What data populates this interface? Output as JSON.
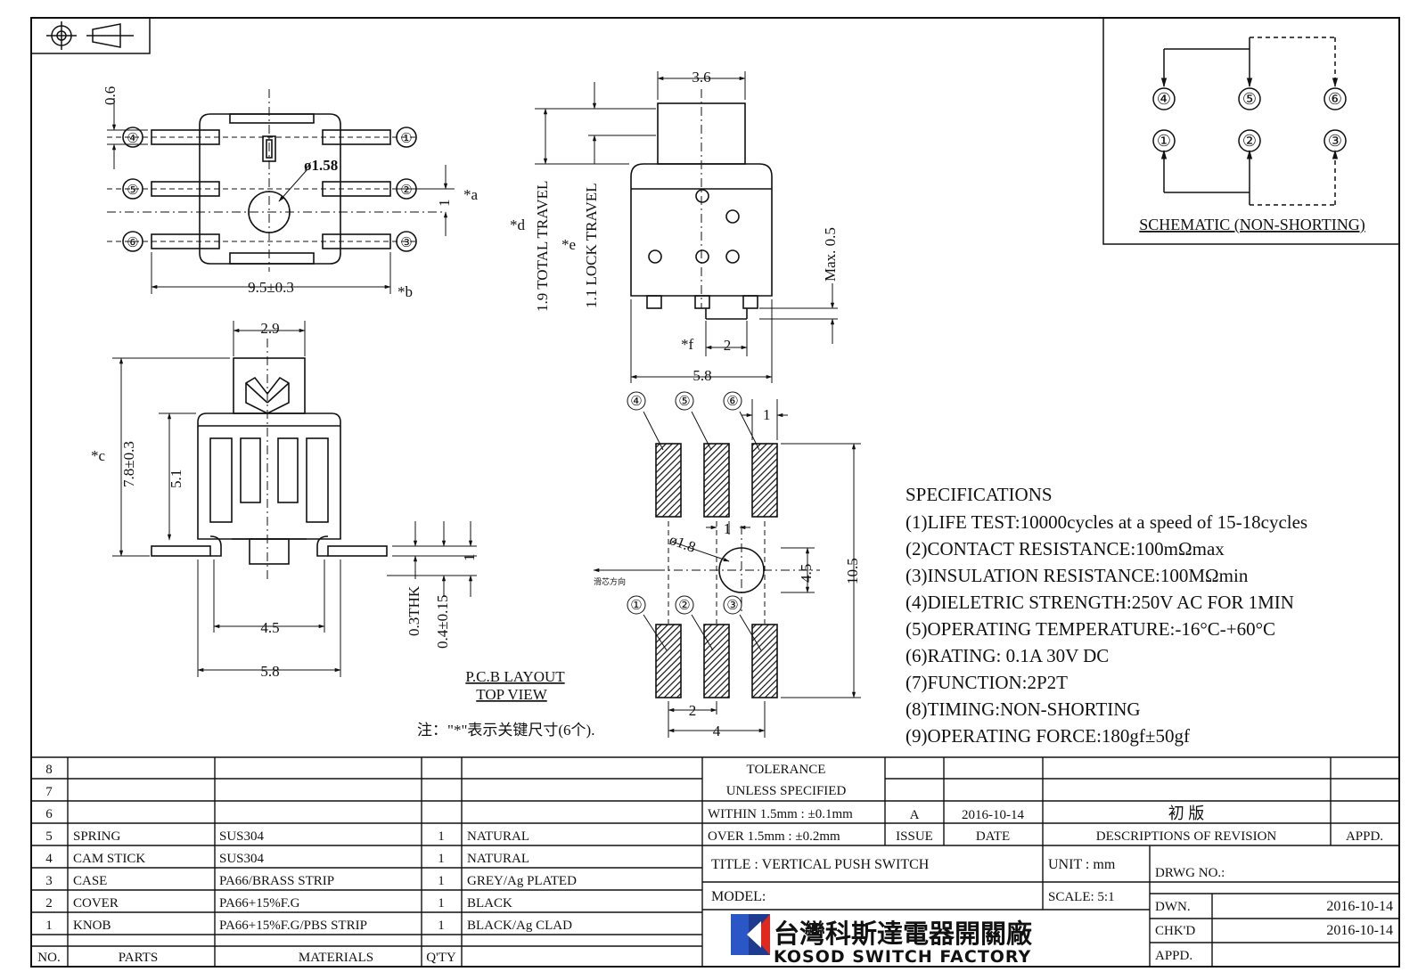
{
  "pin_labels": [
    "④",
    "⑤",
    "⑥",
    "①",
    "②",
    "③"
  ],
  "top_view": {
    "dim_06": "0.6",
    "dim_hole": "ø1.58",
    "dim_1": "1",
    "mark_a": "*a",
    "dim_width": "9.5±0.3",
    "mark_b": "*b"
  },
  "front_view": {
    "dim_29": "2.9",
    "mark_c": "*c",
    "dim_height": "7.8±0.3",
    "dim_51": "5.1",
    "dim_45": "4.5",
    "dim_58": "5.8",
    "dim_thk": "0.3THK",
    "dim_04": "0.4±0.15",
    "dim_1": "1"
  },
  "side_view": {
    "dim_36": "3.6",
    "mark_d": "*d",
    "total_travel": "1.9 TOTAL TRAVEL",
    "mark_e": "*e",
    "lock_travel": "1.1 LOCK TRAVEL",
    "max05": "Max. 0.5",
    "mark_f": "*f",
    "dim_2": "2",
    "dim_58": "5.8"
  },
  "pcb_layout": {
    "dim_1_top": "1",
    "dim_1_mid": "1",
    "dim_hole": "ø1.8",
    "dim_45": "4.5",
    "dim_105": "10.5",
    "dim_2": "2",
    "dim_4": "4",
    "direction_label": "滑芯方向",
    "title": "P.C.B LAYOUT",
    "subtitle": "TOP VIEW"
  },
  "note": "注：\"*\"表示关键尺寸(6个).",
  "schematic": {
    "title": "SCHEMATIC (NON-SHORTING)"
  },
  "specifications": {
    "heading": "SPECIFICATIONS",
    "items": [
      "(1)LIFE TEST:10000cycles at a speed of 15-18cycles",
      "(2)CONTACT RESISTANCE:100mΩmax",
      "(3)INSULATION RESISTANCE:100MΩmin",
      "(4)DIELETRIC STRENGTH:250V AC FOR 1MIN",
      "(5)OPERATING TEMPERATURE:-16°C-+60°C",
      "(6)RATING: 0.1A 30V DC",
      "(7)FUNCTION:2P2T",
      "(8)TIMING:NON-SHORTING",
      "(9)OPERATING FORCE:180gf±50gf"
    ]
  },
  "bom": {
    "headers": [
      "NO.",
      "PARTS",
      "MATERIALS",
      "Q'TY"
    ],
    "rows": [
      {
        "no": "8",
        "part": "",
        "material": "",
        "qty": "",
        "finish": ""
      },
      {
        "no": "7",
        "part": "",
        "material": "",
        "qty": "",
        "finish": ""
      },
      {
        "no": "6",
        "part": "",
        "material": "",
        "qty": "",
        "finish": ""
      },
      {
        "no": "5",
        "part": "SPRING",
        "material": "SUS304",
        "qty": "1",
        "finish": "NATURAL"
      },
      {
        "no": "4",
        "part": "CAM STICK",
        "material": "SUS304",
        "qty": "1",
        "finish": "NATURAL"
      },
      {
        "no": "3",
        "part": "CASE",
        "material": "PA66/BRASS STRIP",
        "qty": "1",
        "finish": "GREY/Ag PLATED"
      },
      {
        "no": "2",
        "part": "COVER",
        "material": "PA66+15%F.G",
        "qty": "1",
        "finish": "BLACK"
      },
      {
        "no": "1",
        "part": "KNOB",
        "material": "PA66+15%F.G/PBS STRIP",
        "qty": "1",
        "finish": "BLACK/Ag CLAD"
      }
    ]
  },
  "tolerance": {
    "line1": "TOLERANCE",
    "line2": "UNLESS  SPECIFIED",
    "within": "WITHIN 1.5mm : ±0.1mm",
    "over": "OVER 1.5mm : ±0.2mm"
  },
  "revision": {
    "issue": "A",
    "date": "2016-10-14",
    "description": "初  版",
    "headers": [
      "ISSUE",
      "DATE",
      "DESCRIPTIONS OF REVISION",
      "APPD."
    ]
  },
  "title_block": {
    "title": "TITLE :  VERTICAL PUSH SWITCH",
    "unit": "UNIT :  mm",
    "drwg_no": "DRWG NO.:",
    "model": "MODEL:",
    "scale": "SCALE:  5:1",
    "company_cn": "台灣科斯達電器開關廠",
    "company_en": "KOSOD SWITCH FACTORY",
    "dwn_label": "DWN.",
    "dwn_date": "2016-10-14",
    "chkd_label": "CHK'D",
    "chkd_date": "2016-10-14",
    "appd_label": "APPD."
  }
}
